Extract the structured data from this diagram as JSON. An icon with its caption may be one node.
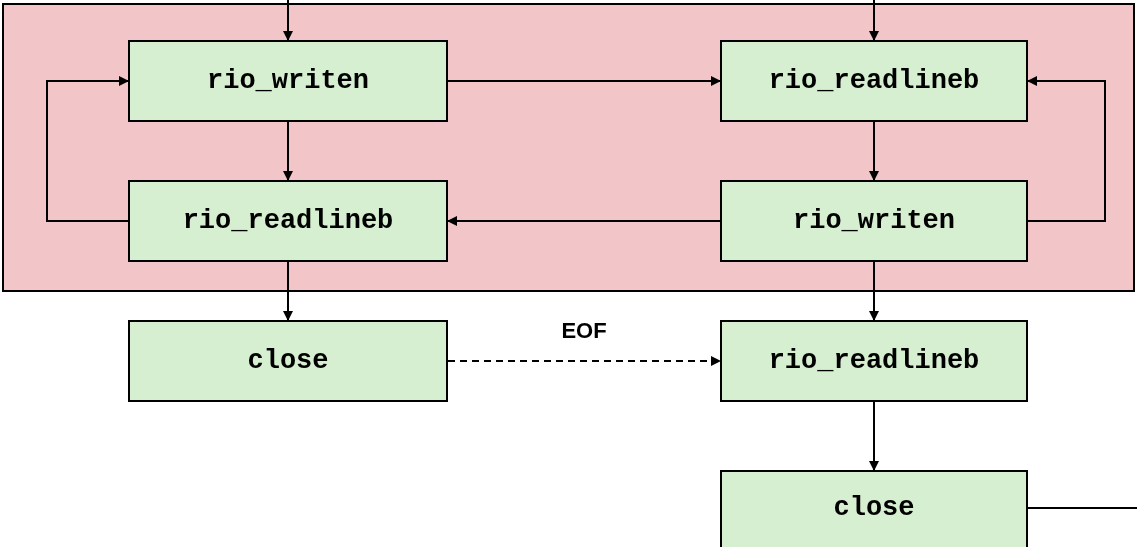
{
  "diagram": {
    "nodes": [
      {
        "text": [],
        "shape": "box"
      },
      {
        "text": [
          "rio_writen"
        ],
        "in": 0
      },
      {
        "text": [
          "rio_readlineb"
        ],
        "in": 0
      },
      {
        "text": [
          "rio_readlineb"
        ],
        "in": 0
      },
      {
        "text": [
          "rio_writen"
        ],
        "in": 0
      },
      {
        "text": [
          "close"
        ]
      },
      {
        "text": [
          "rio_readlineb"
        ]
      },
      {
        "text": [
          "close"
        ]
      }
    ],
    "edges": [
      {
        "from": null,
        "to": 1,
        "arrow": "to"
      },
      {
        "from": null,
        "to": 2,
        "arrow": "to"
      },
      {
        "from": 1,
        "to": 2,
        "arrow": "to"
      },
      {
        "from": 1,
        "to": 3,
        "arrow": "to"
      },
      {
        "from": 3,
        "to": 1,
        "arrow": "to"
      },
      {
        "from": 2,
        "to": 4,
        "arrow": "to"
      },
      {
        "from": 4,
        "to": 2,
        "arrow": "to"
      },
      {
        "from": 4,
        "to": 3,
        "arrow": "to"
      },
      {
        "from": 3,
        "to": 5,
        "arrow": "to"
      },
      {
        "from": 4,
        "to": 6,
        "arrow": "to"
      },
      {
        "from": 5,
        "to": 6,
        "arrow": "to",
        "style": "dashed",
        "label": "EOF"
      },
      {
        "from": 6,
        "to": 7,
        "arrow": "to"
      },
      {
        "from": 7,
        "to": null,
        "arrow": "none"
      }
    ]
  }
}
